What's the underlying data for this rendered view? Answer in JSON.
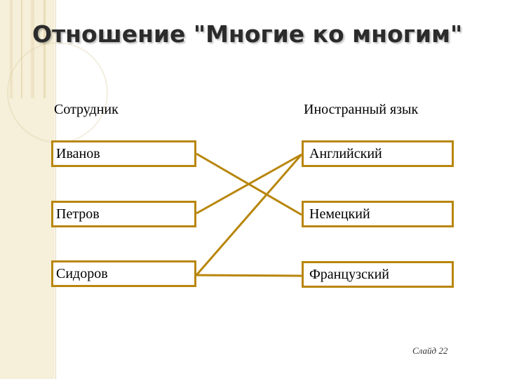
{
  "title": "Отношение \"Многие ко многим\"",
  "headers": {
    "left": "Сотрудник",
    "right": "Иностранный язык"
  },
  "employees": [
    "Иванов",
    "Петров",
    "Сидоров"
  ],
  "languages": [
    "Английский",
    "Немецкий",
    "Французский"
  ],
  "links": [
    {
      "from": "Иванов",
      "to": "Немецкий"
    },
    {
      "from": "Петров",
      "to": "Английский"
    },
    {
      "from": "Сидоров",
      "to": "Английский"
    },
    {
      "from": "Сидоров",
      "to": "Французский"
    }
  ],
  "slide_number": "Слайд 22",
  "colors": {
    "accent": "#b8860b",
    "sidebar": "#f6efd9"
  }
}
